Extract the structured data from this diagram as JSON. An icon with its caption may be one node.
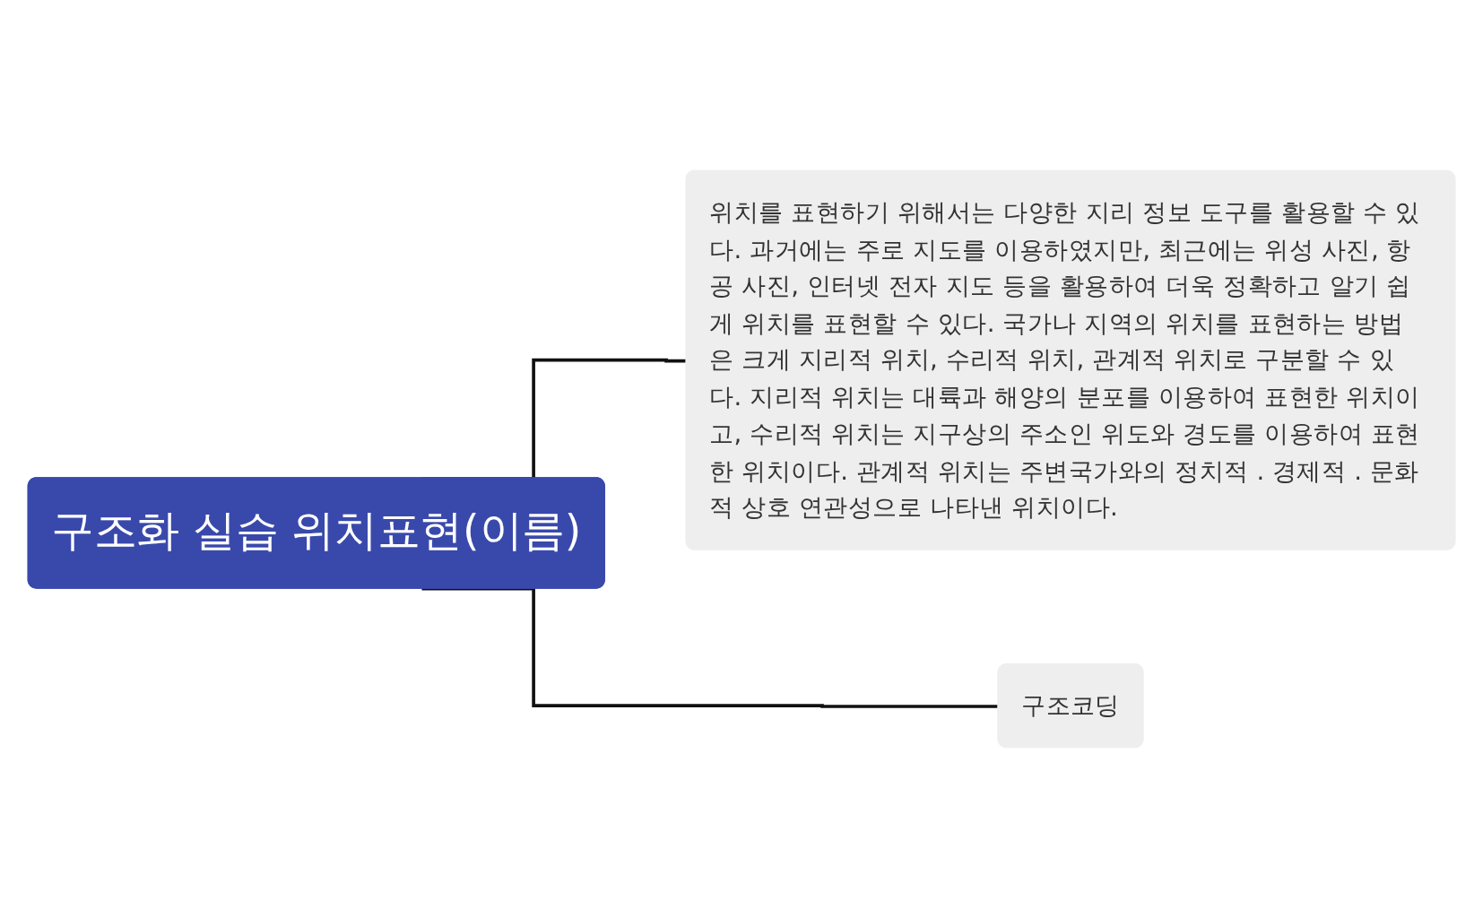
{
  "diagram": {
    "nodes": [
      {
        "text": [
          "구조화 실습 위치표현(이름)"
        ]
      },
      {
        "text": [
          "위치를 표현하기 위해서는 다양한 지리 정보 도구를 활용할 수 있다. 과거에는 주로 지도를 이용하였지만, 최근에는 위성 사진, 항공 사진, 인터넷 전자 지도 등을 활용하여 더욱 정확하고 알기 쉽게 위치를 표현할 수 있다. 국가나 지역의 위치를 표현하는 방법은 크게 지리적 위치, 수리적 위치, 관계적 위치로 구분할 수 있다. 지리적 위치는 대륙과 해양의 분포를 이용하여 표현한 위치이고, 수리적 위치는 지구상의 주소인 위도와 경도를 이용하여 표현한 위치이다. 관계적 위치는 주변국가와의 정치적 . 경제적 . 문화적 상호 연관성으로 나타낸 위치이다."
        ]
      },
      {
        "text": [
          "구조코딩"
        ]
      }
    ],
    "edges": [
      {
        "from": 0,
        "to": 1,
        "arrow": "none"
      },
      {
        "from": 0,
        "to": 2,
        "arrow": "none"
      }
    ]
  }
}
